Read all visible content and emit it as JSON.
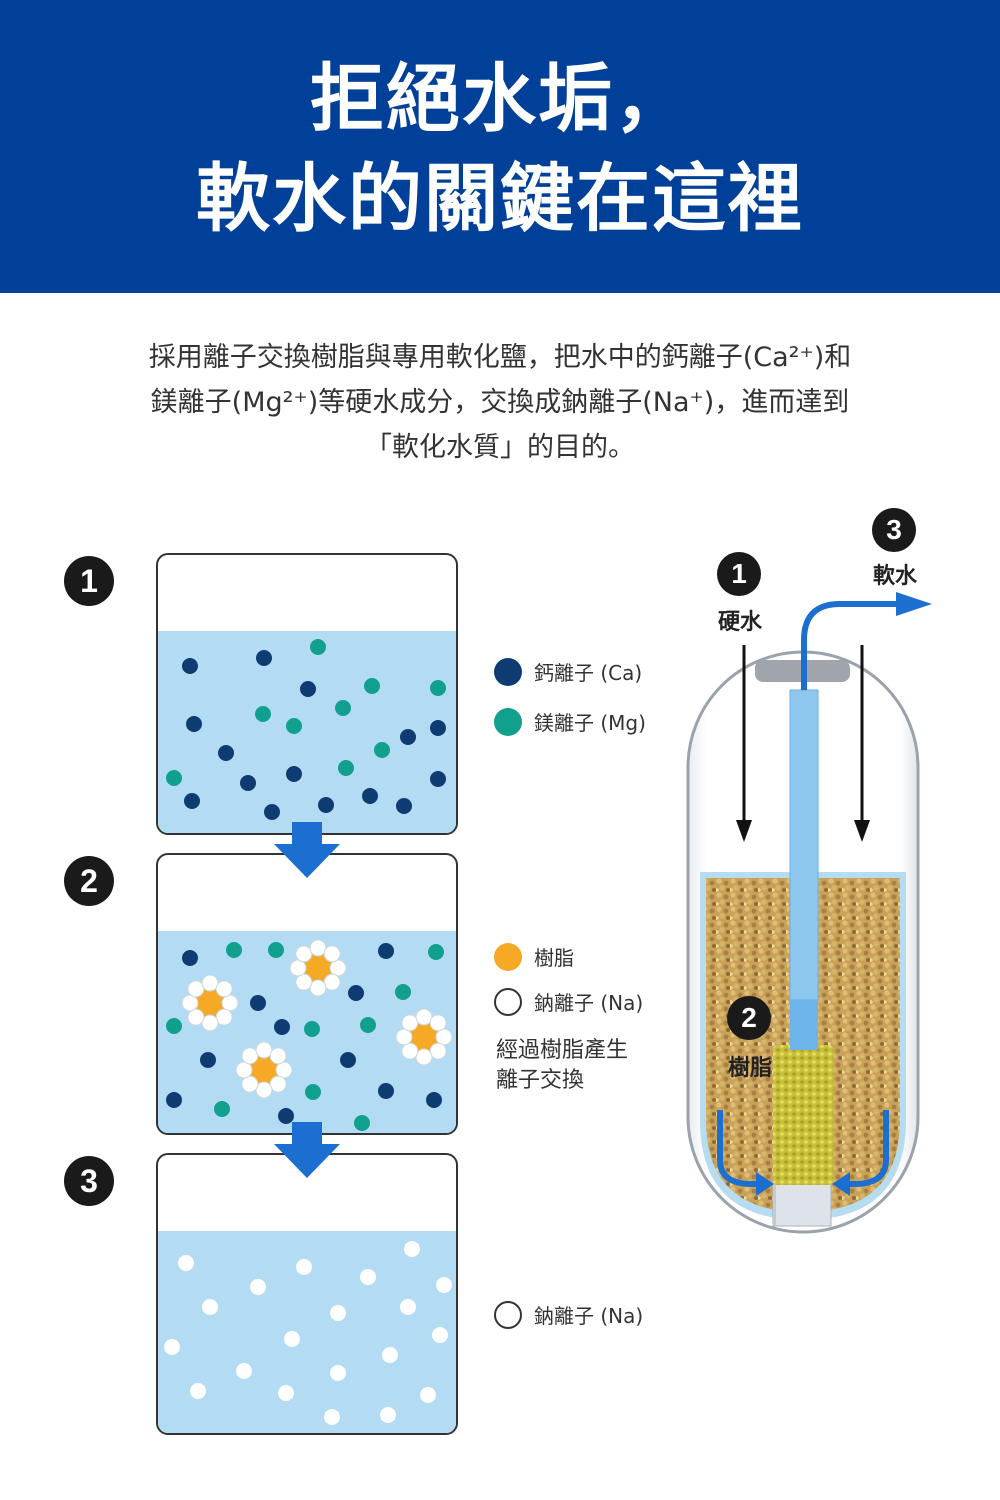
{
  "header": {
    "title_line1": "拒絕水垢，",
    "title_line2": "軟水的關鍵在這裡",
    "bg_color": "#004098"
  },
  "intro": {
    "line1": "採用離子交換樹脂與專用軟化鹽，把水中的鈣離子(Ca²⁺)和",
    "line2": "鎂離子(Mg²⁺)等硬水成分，交換成鈉離子(Na⁺)，進而達到",
    "line3": "「軟化水質」的目的。"
  },
  "steps": [
    "1",
    "2",
    "3"
  ],
  "legend": {
    "calcium": "鈣離子 (Ca)",
    "magnesium": "鎂離子 (Mg)",
    "resin": "樹脂",
    "sodium": "鈉離子 (Na)",
    "exchange_line1": "經過樹脂產生",
    "exchange_line2": "離子交換",
    "sodium_result": "鈉離子 (Na)"
  },
  "colors": {
    "calcium": "#0f3b73",
    "magnesium": "#12a08e",
    "resin": "#f5a925",
    "sodium": "#ffffff",
    "water": "#b3dcf4",
    "flow_arrow": "#1a6fd1"
  },
  "tank": {
    "step1": "1",
    "hard_water": "硬水",
    "step2": "2",
    "resin": "樹脂",
    "step3": "3",
    "soft_water": "軟水"
  }
}
